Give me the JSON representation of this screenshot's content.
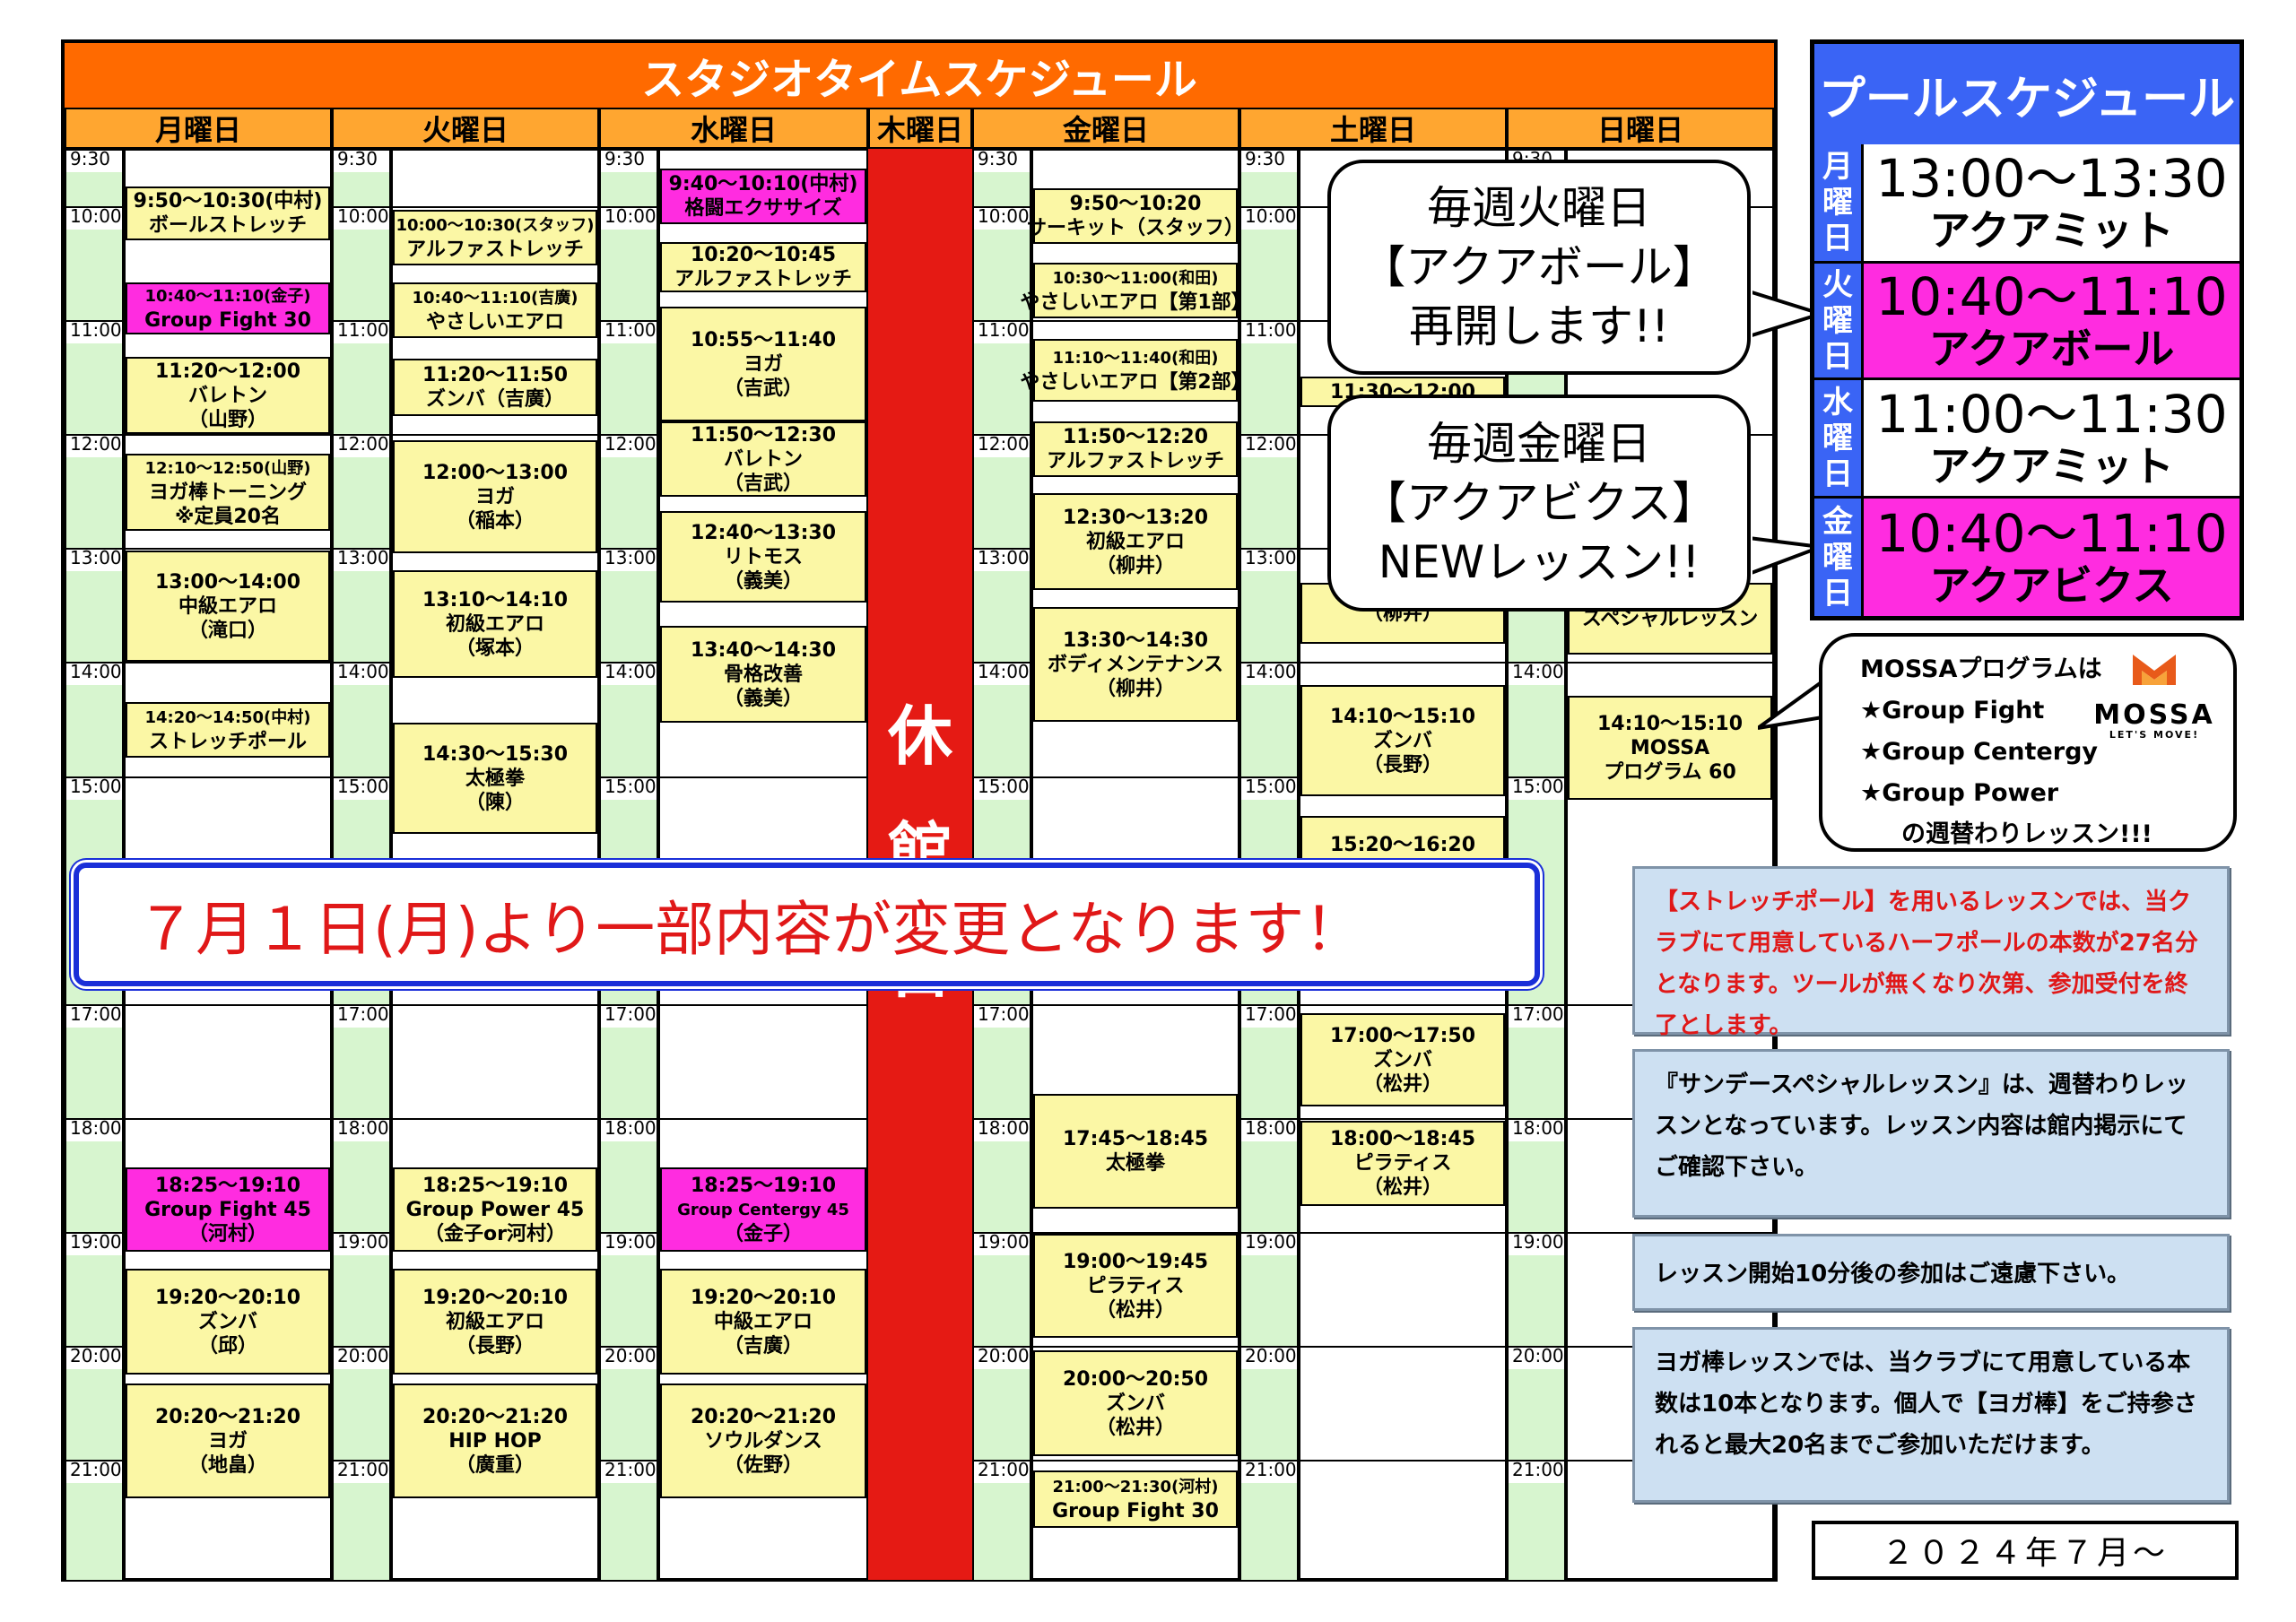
{
  "studio": {
    "title": "スタジオタイムスケジュール",
    "days": [
      "月曜日",
      "火曜日",
      "水曜日",
      "木曜日",
      "金曜日",
      "土曜日",
      "日曜日"
    ],
    "times": [
      "9:30",
      "10:00",
      "11:00",
      "12:00",
      "13:00",
      "14:00",
      "15:00",
      "17:00",
      "18:00",
      "19:00",
      "20:00",
      "21:00"
    ],
    "closed_label": [
      "休",
      "館",
      "日"
    ],
    "lessons": {
      "mon": [
        {
          "lines": [
            "9:50～10:30(中村)",
            "ボールストレッチ"
          ]
        },
        {
          "lines": [
            "10:40～11:10(金子)",
            "Group Fight 30"
          ]
        },
        {
          "lines": [
            "11:20～12:00",
            "バレトン",
            "（山野）"
          ]
        },
        {
          "lines": [
            "12:10～12:50(山野)",
            "ヨガ棒トーニング",
            "※定員20名"
          ]
        },
        {
          "lines": [
            "13:00～14:00",
            "中級エアロ",
            "（滝口）"
          ]
        },
        {
          "lines": [
            "14:20～14:50(中村)",
            "ストレッチポール"
          ]
        },
        {
          "lines": [
            "18:25～19:10",
            "Group Fight 45",
            "（河村）"
          ]
        },
        {
          "lines": [
            "19:20～20:10",
            "ズンバ",
            "（邱）"
          ]
        },
        {
          "lines": [
            "20:20～21:20",
            "ヨガ",
            "（地畠）"
          ]
        }
      ],
      "tue": [
        {
          "lines": [
            "10:00～10:30(スタッフ)",
            "アルファストレッチ"
          ]
        },
        {
          "lines": [
            "10:40～11:10(吉廣)",
            "やさしいエアロ"
          ]
        },
        {
          "lines": [
            "11:20～11:50",
            "ズンバ（吉廣）"
          ]
        },
        {
          "lines": [
            "12:00～13:00",
            "ヨガ",
            "（稲本）"
          ]
        },
        {
          "lines": [
            "13:10～14:10",
            "初級エアロ",
            "（塚本）"
          ]
        },
        {
          "lines": [
            "14:30～15:30",
            "太極拳",
            "（陳）"
          ]
        },
        {
          "lines": [
            "18:25～19:10",
            "Group Power 45",
            "（金子or河村）"
          ]
        },
        {
          "lines": [
            "19:20～20:10",
            "初級エアロ",
            "（長野）"
          ]
        },
        {
          "lines": [
            "20:20～21:20",
            "HIP HOP",
            "（廣重）"
          ]
        }
      ],
      "wed": [
        {
          "lines": [
            "9:40～10:10(中村)",
            "格闘エクササイズ"
          ]
        },
        {
          "lines": [
            "10:20～10:45",
            "アルファストレッチ"
          ]
        },
        {
          "lines": [
            "10:55～11:40",
            "ヨガ",
            "（吉武）"
          ]
        },
        {
          "lines": [
            "11:50～12:30",
            "バレトン",
            "（吉武）"
          ]
        },
        {
          "lines": [
            "12:40～13:30",
            "リトモス",
            "（義美）"
          ]
        },
        {
          "lines": [
            "13:40～14:30",
            "骨格改善",
            "（義美）"
          ]
        },
        {
          "lines": [
            "18:25～19:10",
            "Group Centergy 45",
            "（金子）"
          ]
        },
        {
          "lines": [
            "19:20～20:10",
            "中級エアロ",
            "（吉廣）"
          ]
        },
        {
          "lines": [
            "20:20～21:20",
            "ソウルダンス",
            "（佐野）"
          ]
        }
      ],
      "fri": [
        {
          "lines": [
            "9:50～10:20",
            "サーキット（スタッフ）"
          ]
        },
        {
          "lines": [
            "10:30～11:00(和田)",
            "やさしいエアロ【第1部】"
          ]
        },
        {
          "lines": [
            "11:10～11:40(和田)",
            "やさしいエアロ【第2部】"
          ]
        },
        {
          "lines": [
            "11:50～12:20",
            "アルファストレッチ"
          ]
        },
        {
          "lines": [
            "12:30～13:20",
            "初級エアロ",
            "（柳井）"
          ]
        },
        {
          "lines": [
            "13:30～14:30",
            "ボディメンテナンス",
            "（柳井）"
          ]
        },
        {
          "lines": [
            "17:45～18:45",
            "太極拳"
          ]
        },
        {
          "lines": [
            "19:00～19:45",
            "ピラティス",
            "（松井）"
          ]
        },
        {
          "lines": [
            "20:00～20:50",
            "ズンバ",
            "（松井）"
          ]
        },
        {
          "lines": [
            "21:00～21:30(河村)",
            "Group Fight 30"
          ]
        }
      ],
      "sat": [
        {
          "lines": [
            "11:30～12:00"
          ]
        },
        {
          "lines": [
            "（柳井）"
          ]
        },
        {
          "lines": [
            "14:10～15:10",
            "ズンバ",
            "（長野）"
          ]
        },
        {
          "lines": [
            "15:20～16:20"
          ]
        },
        {
          "lines": [
            "17:00～17:50",
            "ズンバ",
            "（松井）"
          ]
        },
        {
          "lines": [
            "18:00～18:45",
            "ピラティス",
            "（松井）"
          ]
        }
      ],
      "sun": [
        {
          "lines": [
            "スペシャルレッスン"
          ]
        },
        {
          "lines": [
            "14:10～15:10",
            "MOSSA",
            "プログラム 60"
          ]
        }
      ]
    }
  },
  "notice": "７月１日(月)より一部内容が変更となります！",
  "bubbles": [
    {
      "lines": [
        "毎週火曜日",
        "【アクアボール】",
        "再開します!!"
      ]
    },
    {
      "lines": [
        "毎週金曜日",
        "【アクアビクス】",
        "NEWレッスン!!"
      ]
    }
  ],
  "pool": {
    "title": "プールスケジュール",
    "rows": [
      {
        "day": [
          "月",
          "曜",
          "日"
        ],
        "time": "13:00～13:30",
        "name": "アクアミット",
        "highlight": false
      },
      {
        "day": [
          "火",
          "曜",
          "日"
        ],
        "time": "10:40～11:10",
        "name": "アクアボール",
        "highlight": true
      },
      {
        "day": [
          "水",
          "曜",
          "日"
        ],
        "time": "11:00～11:30",
        "name": "アクアミット",
        "highlight": false
      },
      {
        "day": [
          "金",
          "曜",
          "日"
        ],
        "time": "10:40～11:10",
        "name": "アクアビクス",
        "highlight": true
      }
    ],
    "highlight_color": "#ff2ce0"
  },
  "mossa": {
    "heading": "MOSSAプログラムは",
    "items": [
      "★Group Fight",
      "★Group Centergy",
      "★Group Power"
    ],
    "footer": "の週替わりレッスン!!!",
    "logo_text": "MOSSA",
    "logo_tagline": "LET'S MOVE!"
  },
  "info": [
    {
      "text": "【ストレッチポール】を用いるレッスンでは、当クラブにて用意しているハーフポールの本数が27名分となります。ツールが無くなり次第、参加受付を終了とします。",
      "color": "#e01818"
    },
    {
      "text": "『サンデースペシャルレッスン』は、週替わりレッスンとなっています。レッスン内容は館内掲示にてご確認下さい。",
      "color": "#000000"
    },
    {
      "text": "レッスン開始10分後の参加はご遠慮下さい。",
      "color": "#000000"
    },
    {
      "text": "ヨガ棒レッスンでは、当クラブにて用意している本数は10本となります。個人で【ヨガ棒】をご持参されると最大20名までご参加いただけます。",
      "color": "#000000"
    }
  ],
  "date": "２０２４年７月～"
}
